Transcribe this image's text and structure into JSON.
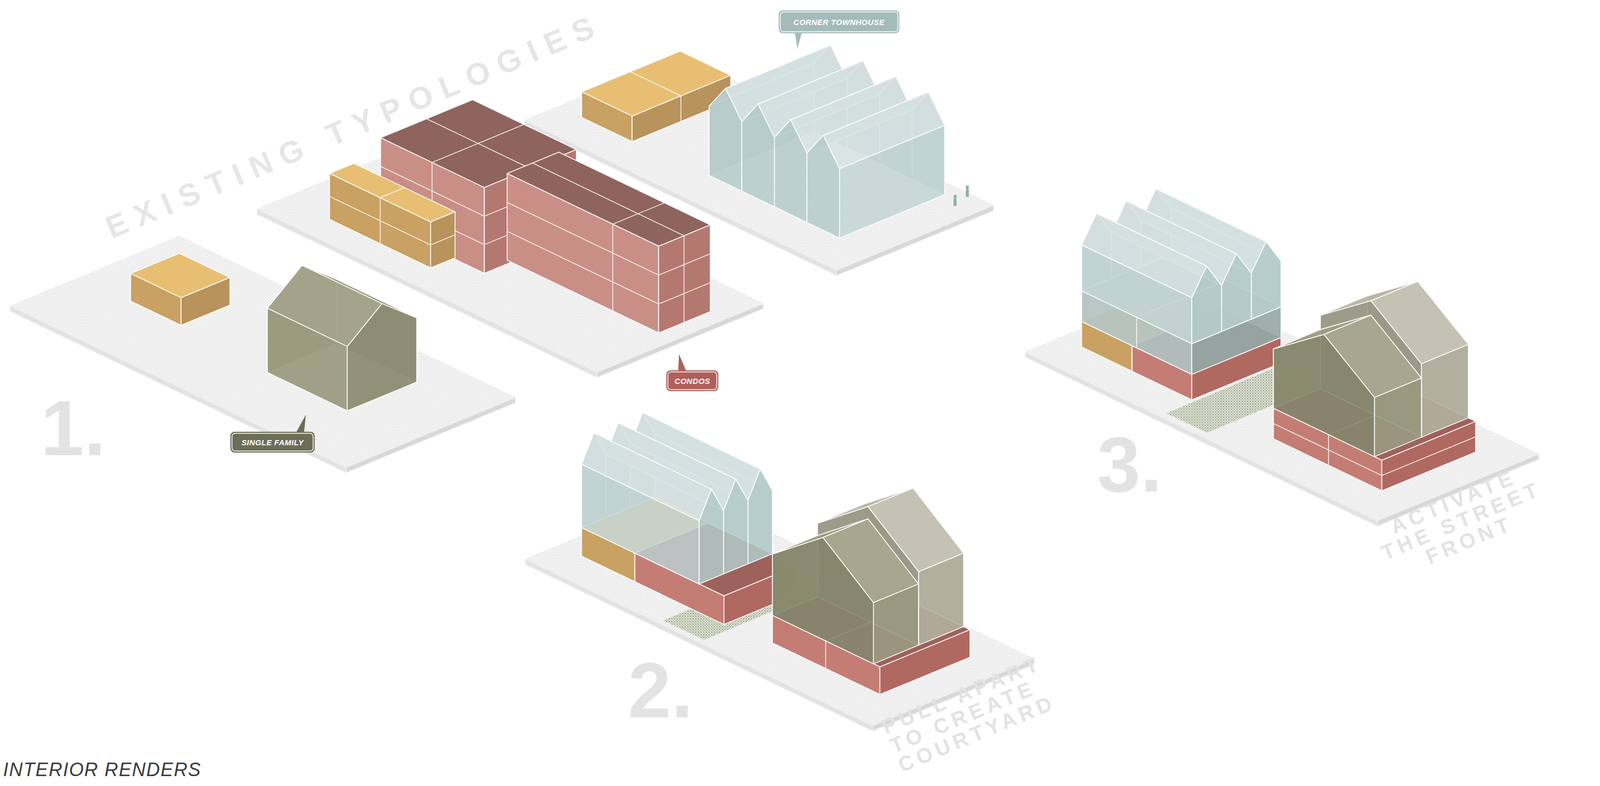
{
  "diagram": {
    "title": "EXISTING TYPOLOGIES",
    "nodes": [
      {
        "text": [
          "CORNER TOWNHOUSE"
        ]
      },
      {
        "text": [
          "CONDOS"
        ]
      },
      {
        "text": [
          "SINGLE FAMILY"
        ]
      }
    ],
    "labels": [
      "1.",
      "2.",
      "3.",
      "PULL APART TO CREATE COURTYARD",
      "ACTIVATE THE STREET FRONT",
      "INTERIOR RENDERS"
    ]
  }
}
